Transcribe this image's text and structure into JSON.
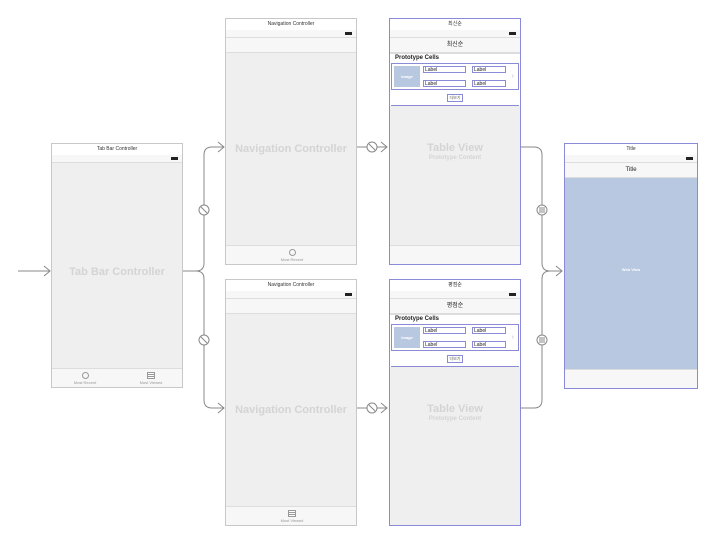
{
  "tab_bar_controller": {
    "scene_title": "Tab Bar Controller",
    "center_label": "Tab Bar Controller",
    "tabs": [
      {
        "label": "Most Recent",
        "icon": "clock-icon"
      },
      {
        "label": "Most Viewed",
        "icon": "list-icon"
      }
    ]
  },
  "nav_controller_top": {
    "scene_title": "Navigation Controller",
    "center_label": "Navigation Controller",
    "tab_label": "Most Recent",
    "tab_icon": "clock-icon"
  },
  "nav_controller_bottom": {
    "scene_title": "Navigation Controller",
    "center_label": "Navigation Controller",
    "tab_label": "Most Viewed",
    "tab_icon": "list-icon"
  },
  "table_top": {
    "scene_title": "최신순",
    "nav_title": "최신순",
    "prototype_header": "Prototype Cells",
    "image_label": "Image",
    "labels": [
      "Label",
      "Label",
      "Label",
      "Label"
    ],
    "more_button": "더보기",
    "table_label": "Table View",
    "table_sub": "Prototype Content"
  },
  "table_bottom": {
    "scene_title": "평점순",
    "nav_title": "평점순",
    "prototype_header": "Prototype Cells",
    "image_label": "Image",
    "labels": [
      "Label",
      "Label",
      "Label",
      "Label"
    ],
    "more_button": "더보기",
    "table_label": "Table View",
    "table_sub": "Prototype Content"
  },
  "detail": {
    "scene_title": "Title",
    "nav_title": "Title",
    "view_label": "Web View"
  },
  "colors": {
    "connector": "#888888",
    "selection": "#8a8ad6",
    "placeholder": "#b8c8e0",
    "scene_background": "#efefef"
  }
}
